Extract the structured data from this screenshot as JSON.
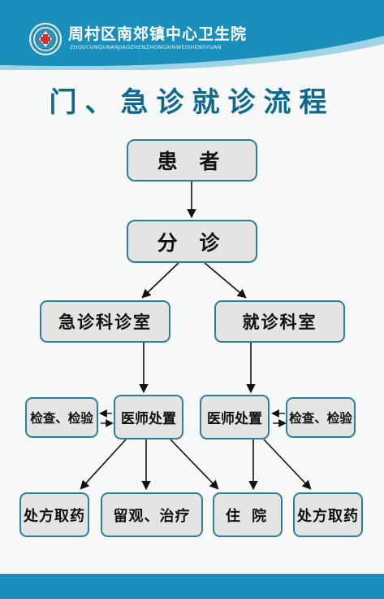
{
  "header": {
    "hospital_name": "周村区南郊镇中心卫生院",
    "hospital_pinyin": "ZHOUCUNQUNANJIAOZHENZHONGXINWEISHENGYUAN"
  },
  "title": "门、急诊就诊流程",
  "flow": {
    "patient": "患 者",
    "triage": "分 诊",
    "emergency_room": "急诊科诊室",
    "clinic_room": "就诊科室",
    "left_exam": "检查、检验",
    "left_doctor": "医师处置",
    "right_doctor": "医师处置",
    "right_exam": "检查、检验",
    "outcomes": [
      "处方取药",
      "留观、治疗",
      "住 院",
      "处方取药"
    ]
  },
  "colors": {
    "brand_blue": "#1a8fbb",
    "title_blue": "#0d6a8e",
    "box_fill": "#e4e4e3",
    "box_border": "#2b7f9c"
  }
}
